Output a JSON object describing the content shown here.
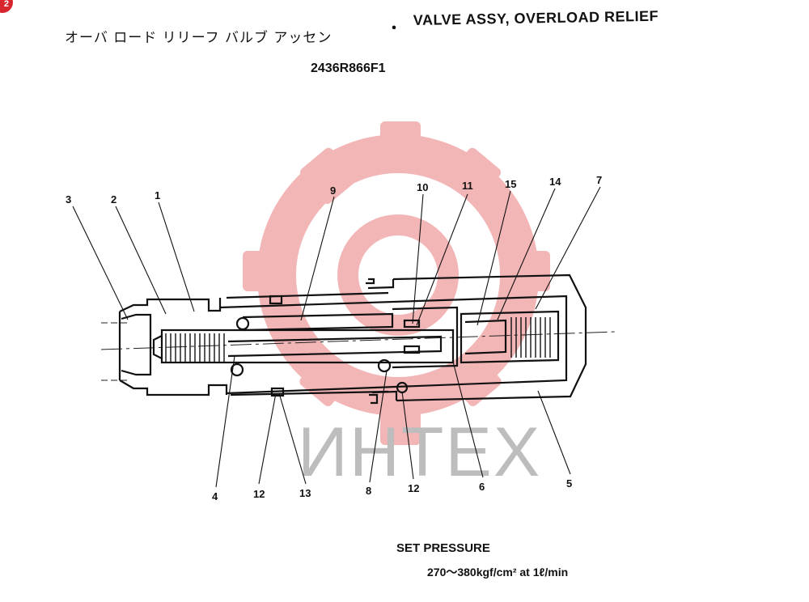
{
  "corner_badge": "2",
  "title": {
    "japanese": "オーバ ロード リリーフ バルブ アッセン",
    "separator": "・",
    "english": "VALVE ASSY, OVERLOAD RELIEF"
  },
  "part_number": "2436R866F1",
  "watermark": {
    "text": "ИНТЕХ",
    "gear_color": "#f1aaaa",
    "text_color": "#bdbdbd"
  },
  "callouts": [
    "3",
    "2",
    "1",
    "9",
    "10",
    "11",
    "15",
    "14",
    "7",
    "4",
    "12",
    "13",
    "8",
    "12",
    "6",
    "5"
  ],
  "set_pressure": {
    "label": "SET PRESSURE",
    "value": "270～380kgf/cm² at 1ℓ/min"
  }
}
